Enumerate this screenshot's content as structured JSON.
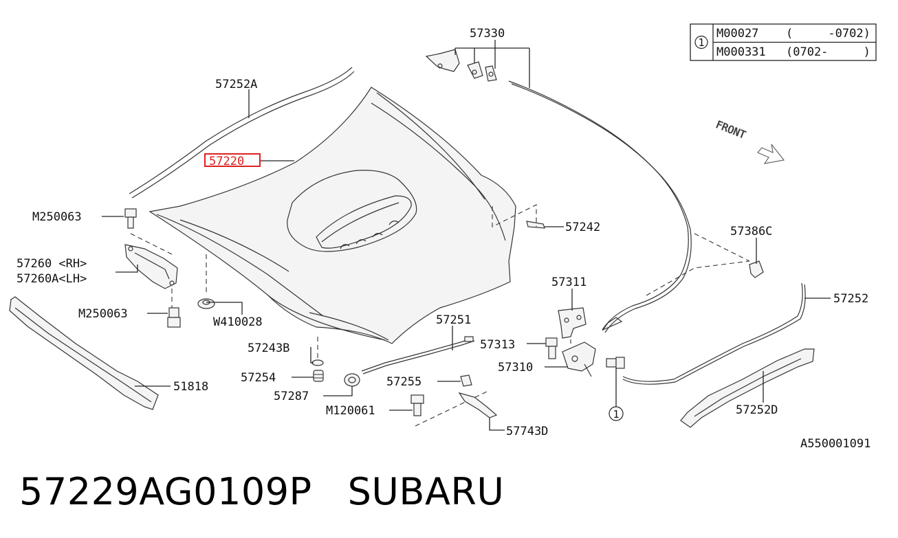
{
  "diagram": {
    "callouts": {
      "c57330": "57330",
      "c57252A": "57252A",
      "c57220": "57220",
      "cM250063a": "M250063",
      "c57260rh": "57260 <RH>",
      "c57260lh": "57260A<LH>",
      "cM250063b": "M250063",
      "cW410028": "W410028",
      "c51818": "51818",
      "c57243B": "57243B",
      "c57254": "57254",
      "c57287": "57287",
      "cM120061": "M120061",
      "c57255": "57255",
      "c57743D": "57743D",
      "c57251": "57251",
      "c57313": "57313",
      "c57310": "57310",
      "c57311": "57311",
      "c57242": "57242",
      "c57386C": "57386C",
      "c57252": "57252",
      "c57252D": "57252D",
      "ref_mark": "1"
    },
    "front_label": "FRONT",
    "diagram_code": "A550001091",
    "highlight_color": "#e02020",
    "legend": {
      "marker": "1",
      "rows": [
        {
          "code": "M00027",
          "range": "(     -0702)"
        },
        {
          "code": "M000331",
          "range": "(0702-     )"
        }
      ]
    }
  },
  "footer": {
    "part_number": "57229AG0109P",
    "brand": "SUBARU"
  }
}
